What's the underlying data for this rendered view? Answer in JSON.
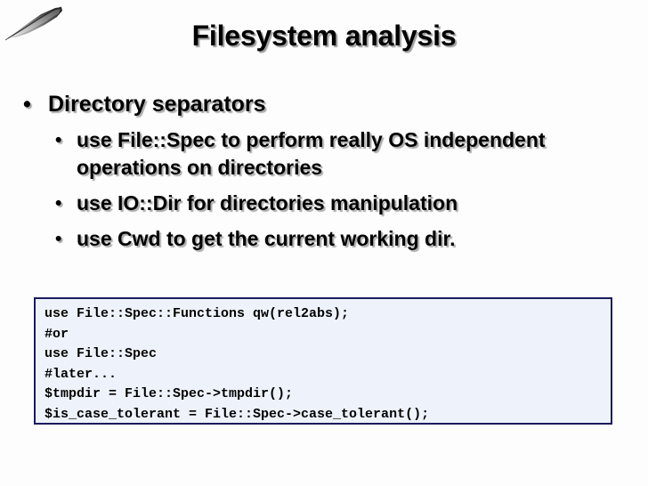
{
  "slide": {
    "title": "Filesystem analysis",
    "logo_icon": "feather-quill-icon",
    "background_color": "#fdfdfd"
  },
  "bullets": [
    {
      "level": 1,
      "marker": "•",
      "text": "Directory separators"
    },
    {
      "level": 2,
      "marker": "•",
      "text": "use File::Spec to perform really OS independent operations on directories"
    },
    {
      "level": 2,
      "marker": "•",
      "text": "use IO::Dir for directories manipulation"
    },
    {
      "level": 2,
      "marker": "•",
      "text": "use Cwd to get the current working dir."
    }
  ],
  "code_block": {
    "border_color": "#1a1a5e",
    "background_color": "#eef3fb",
    "lines": [
      "use File::Spec::Functions qw(rel2abs);",
      "#or",
      "use File::Spec",
      "#later...",
      "$tmpdir = File::Spec->tmpdir();",
      "$is_case_tolerant = File::Spec->case_tolerant();"
    ]
  }
}
